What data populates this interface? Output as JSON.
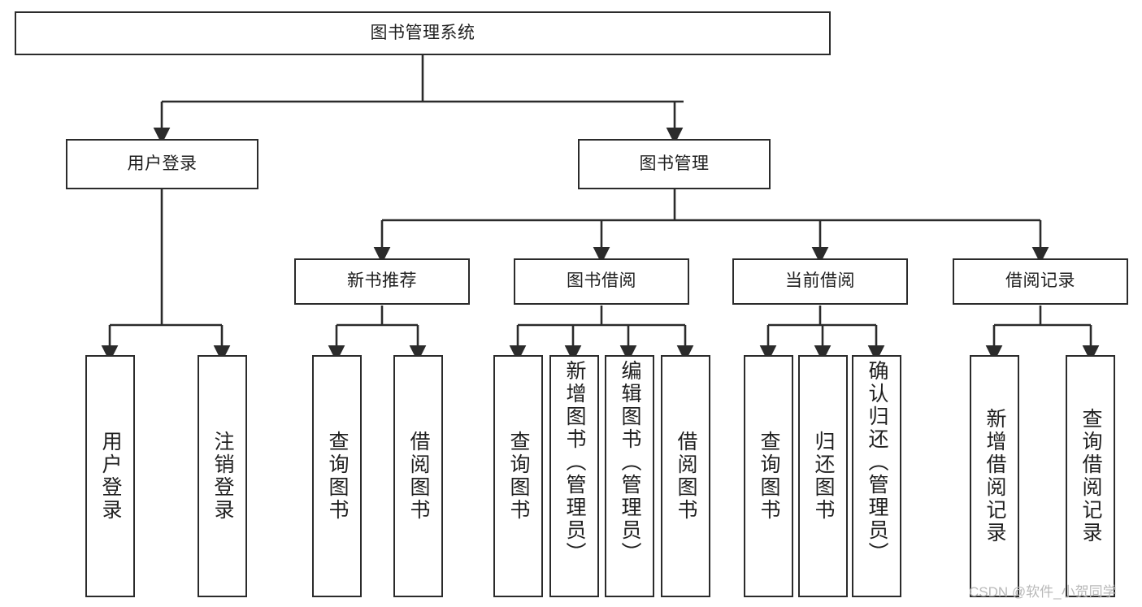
{
  "diagram": {
    "title": "图书管理系统",
    "type": "tree-hierarchy-chart",
    "colors": {
      "box_border": "#2b2b2b",
      "box_fill": "#ffffff",
      "edge": "#2b2b2b",
      "text": "#1f1f1f",
      "watermark": "#b9b9b9"
    },
    "root": {
      "label": "图书管理系统"
    },
    "level2": [
      {
        "label": "用户登录"
      },
      {
        "label": "图书管理"
      }
    ],
    "level3": [
      {
        "label": "新书推荐"
      },
      {
        "label": "图书借阅"
      },
      {
        "label": "当前借阅"
      },
      {
        "label": "借阅记录"
      }
    ],
    "leaves": {
      "user_login": [
        {
          "label": "用户登录"
        },
        {
          "label": "注销登录"
        }
      ],
      "new_book_recommend": [
        {
          "label": "查询图书"
        },
        {
          "label": "借阅图书"
        }
      ],
      "book_borrow": [
        {
          "label": "查询图书"
        },
        {
          "label": "新增图书（管理员）"
        },
        {
          "label": "编辑图书（管理员）"
        },
        {
          "label": "借阅图书"
        }
      ],
      "current_borrow": [
        {
          "label": "查询图书"
        },
        {
          "label": "归还图书"
        },
        {
          "label": "确认归还（管理员）"
        }
      ],
      "borrow_record": [
        {
          "label": "新增借阅记录"
        },
        {
          "label": "查询借阅记录"
        }
      ]
    },
    "watermark": "CSDN @软件_小贺同学"
  }
}
